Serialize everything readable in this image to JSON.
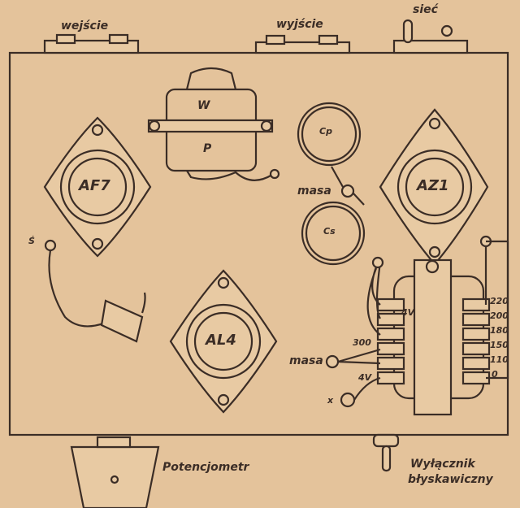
{
  "top_labels": {
    "input": "wejście",
    "output": "wyjście",
    "mains": "sieć"
  },
  "output_transformer": {
    "primary": "W",
    "secondary": "P"
  },
  "capacitors": {
    "top": "Cp",
    "bottom": "Cs",
    "ground": "masa"
  },
  "tubes": {
    "left": "AF7",
    "right": "AZ1",
    "bottom": "AL4"
  },
  "left_terminal": "Ś",
  "power_transformer": {
    "left_labels": [
      "4V",
      "300",
      "4V"
    ],
    "ground": "masa",
    "x_label": "x",
    "taps": [
      "220",
      "200",
      "180",
      "150",
      "110",
      "0"
    ]
  },
  "bottom_labels": {
    "potentiometer": "Potencjometr",
    "switch_line1": "Wyłącznik",
    "switch_line2": "błyskawiczny"
  }
}
